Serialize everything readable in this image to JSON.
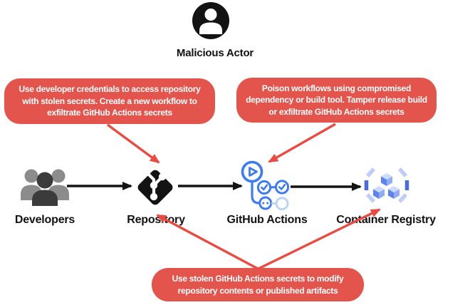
{
  "title": "GitHub Actions supply chain attack diagram",
  "colors": {
    "callout_red": "#E3554C",
    "arrow_red": "#E94A41",
    "actions_blue": "#3D7CF0",
    "actions_blue_faded": "#BCD2F8",
    "registry_bracket_light": "#BFCDF8",
    "registry_bracket_dark": "#4A6CE2",
    "registry_cube_top": "#CDDBFC",
    "registry_cube_left": "#5F83EC",
    "registry_cube_right": "#8FACF5",
    "dev_front": "#3B3B3B",
    "dev_back": "#8C8C8C"
  },
  "actor": {
    "label": "Malicious Actor",
    "icon": "person-icon"
  },
  "callouts": {
    "left": {
      "lines": {
        "0": "Use developer credentials to access repository",
        "1": "with stolen secrets. Create a new workflow to",
        "2": "exfiltrate GitHub Actions secrets"
      }
    },
    "right": {
      "lines": {
        "0": "Poison workflows using compromised",
        "1": "dependency or build tool. Tamper release build",
        "2": "or exfiltrate GitHub Actions secrets"
      }
    },
    "bottom": {
      "lines": {
        "0": "Use stolen GitHub Actions secrets to modify",
        "1": "repository contents or published artifacts"
      }
    }
  },
  "flow": {
    "nodes": {
      "0": {
        "id": "developers",
        "label": "Developers",
        "icon": "people-group-icon"
      },
      "1": {
        "id": "repository",
        "label": "Repository",
        "icon": "git-logo-icon"
      },
      "2": {
        "id": "github-actions",
        "label": "GitHub Actions",
        "icon": "github-actions-workflow-icon"
      },
      "3": {
        "id": "container-registry",
        "label": "Container Registry",
        "icon": "container-registry-cubes-icon"
      }
    }
  },
  "arrows": {
    "black": [
      {
        "from": "developers",
        "to": "repository"
      },
      {
        "from": "repository",
        "to": "github-actions"
      },
      {
        "from": "github-actions",
        "to": "container-registry"
      }
    ],
    "red": [
      {
        "from": "callout-left",
        "to": "repository"
      },
      {
        "from": "callout-right",
        "to": "github-actions"
      },
      {
        "from": "callout-bottom",
        "to": "repository"
      },
      {
        "from": "callout-bottom",
        "to": "container-registry"
      }
    ]
  }
}
